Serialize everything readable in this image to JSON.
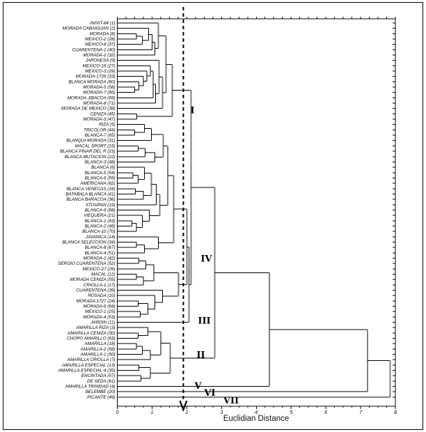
{
  "figure": {
    "background": "#ffffff",
    "border_color": "#000000"
  },
  "chart_data": {
    "type": "dendrogram",
    "title": "",
    "xlabel": "Euclidian Distance",
    "x_range": [
      0,
      8
    ],
    "x_major_ticks": [
      0,
      1,
      2,
      3,
      4,
      5,
      6,
      7,
      8
    ],
    "grid": false,
    "legend": "none",
    "orientation": "horizontal-left-labels",
    "cut_line": {
      "value": 1.9,
      "style": "dashed",
      "arrow": "down"
    },
    "line_colors": {
      "horizontal": "#000000",
      "vertical_major": "#7f7f7f",
      "frame": "#000000"
    },
    "cluster_labels": [
      {
        "numeral": "I",
        "x": 2.1,
        "row": 16.4
      },
      {
        "numeral": "IV",
        "x": 2.4,
        "row": 44.2
      },
      {
        "numeral": "III",
        "x": 2.32,
        "row": 55.8
      },
      {
        "numeral": "II",
        "x": 2.28,
        "row": 62.2
      },
      {
        "numeral": "V",
        "x": 2.22,
        "row": 68.0
      },
      {
        "numeral": "VI",
        "x": 2.5,
        "row": 69.3
      },
      {
        "numeral": "VII",
        "x": 3.05,
        "row": 70.7
      }
    ],
    "leaves": [
      "INIVIT-84 (1)",
      "MORADA CABAIGUAN (2)",
      "MORADA (8)",
      "MEXICO-2 (28)",
      "MEXICO-8 (37)",
      "CUARENTENA-1 (40)",
      "MORADA-1 (32)",
      "JAPONESA (9)",
      "MEXICO-16 (27)",
      "MEXICO-3 (29)",
      "MORADA-1726 (33)",
      "BLANCA MORADA (60)",
      "MORADA-5 (58)",
      "MORADA-7 (66)",
      "MORADA JIBACOA (69)",
      "MORADA-8 (71)",
      "MORADA DE MEXICO (38)",
      "CENIZA (45)",
      "MORADA-3 (47)",
      "RIZA (5)",
      "TRICOLOR (44)",
      "BLANCA-7 (65)",
      "BLANQUI-MORADA (31)",
      "MACAL SPORT (15)",
      "BLANCA PINAR DEL R (23)",
      "BLANCA MUTACION (22)",
      "BLANCA-3 (48)",
      "BLANCA (6)",
      "BLANCA-5 (54)",
      "BLANCA-6 (59)",
      "AMERICANA (62)",
      "BLANCA VENECAS (16)",
      "BATABALA BLANCA (41)",
      "BLANCA BARACOA (36)",
      "STOUPAN (19)",
      "BLANCA-9 (68)",
      "VIEQUERA (21)",
      "BLANCA-1 (43)",
      "BLANCA-2 (46)",
      "BLANCA-10 (70)",
      "JAVANICA (14)",
      "BLANCA SELECCION (34)",
      "BLANCA-8 (67)",
      "BLANCA-4 (51)",
      "MORADA-2 (42)",
      "SERGIO CUARENTENA (52)",
      "MEXICO-27 (26)",
      "MACAL (12)",
      "MORADA CENIZA (55)",
      "CRIOLLA-1 (17)",
      "CUARENTENA (39)",
      "ROSADA (10)",
      "MORADA 1727 (24)",
      "MORADA-6 (64)",
      "MEXICO-1 (25)",
      "MORADA-4 (53)",
      "JARDIN (11)",
      "AMARILLA RIZA (3)",
      "AMARILLA CENIZA (30)",
      "CHOPO AMARILLO (63)",
      "AMARILLA (18)",
      "AMARILLA-2 (56)",
      "AMARILLA-1 (50)",
      "AMARILLA CRIOLLA (7)",
      "AMARILLA ESPECIAL (13)",
      "AMARILLA ESPECIAL-4 (35)",
      "ENCINTADA (57)",
      "DE SEDA (61)",
      "AMARILLA TRINIDAD (4)",
      "BELEMBE (20)",
      "PICANTE (49)"
    ],
    "linkage": [
      [
        [
          [
            [
              [
                [
                  [
                    0,
                    [
                      [
                        [
                          1,
                          [
                            [
                              2,
                              3,
                              0.55
                            ],
                            4,
                            0.72
                          ],
                          0.9
                        ],
                        5,
                        1.0
                      ],
                      6,
                      1.08
                    ],
                    1.18
                  ],
                  [
                    [
                      7,
                      [
                        [
                          [
                            8,
                            [
                              9,
                              [
                                10,
                                [
                                  11,
                                  [
                                    12,
                                    13,
                                    0.5
                                  ],
                                  0.62
                                ],
                                0.75
                              ],
                              0.85
                            ],
                            0.95
                          ],
                          14,
                          1.03
                        ],
                        15,
                        1.1
                      ],
                      1.2
                    ],
                    16,
                    1.3
                  ],
                  1.4
                ],
                [
                  17,
                  18,
                  0.56
                ],
                1.58
              ],
              [
                [
                  [
                    [
                      [
                        [
                          [
                            19,
                            [
                              20,
                              21,
                              0.5
                            ],
                            0.78
                          ],
                          22,
                          0.98
                        ],
                        [
                          [
                            [
                              23,
                              24,
                              0.6
                            ],
                            25,
                            0.8
                          ],
                          26,
                          1.08
                        ],
                        1.32
                      ],
                      [
                        [
                          [
                            [
                              27,
                              [
                                [
                                  28,
                                  29,
                                  0.45
                                ],
                                30,
                                0.6
                              ],
                              0.78
                            ],
                            [
                              [
                                31,
                                32,
                                0.52
                              ],
                              33,
                              0.75
                            ],
                            0.98
                          ],
                          34,
                          1.12
                        ],
                        [
                          35,
                          [
                            36,
                            [
                              [
                                37,
                                38,
                                0.42
                              ],
                              39,
                              0.55
                            ],
                            0.72
                          ],
                          0.92
                        ],
                        1.22
                      ],
                      1.45
                    ],
                    [
                      40,
                      [
                        [
                          41,
                          42,
                          0.55
                        ],
                        43,
                        0.78
                      ],
                      1.18
                    ],
                    1.62
                  ],
                  [
                    [
                      [
                        [
                          44,
                          45,
                          0.62
                        ],
                        46,
                        0.82
                      ],
                      [
                        [
                          47,
                          48,
                          0.55
                        ],
                        49,
                        0.75
                      ],
                      1.05
                    ],
                    [
                      50,
                      [
                        51,
                        [
                          [
                            52,
                            53,
                            0.6
                          ],
                          [
                            54,
                            55,
                            0.66
                          ],
                          0.88
                        ],
                        1.08
                      ],
                      1.3
                    ],
                    1.76
                  ],
                  2.0
                ],
                56,
                2.06
              ],
              2.12
            ],
            [
              [
                [
                  57,
                  [
                    58,
                    59,
                    0.6
                  ],
                  0.88
                ],
                [
                  [
                    [
                      60,
                      61,
                      0.55
                    ],
                    62,
                    0.72
                  ],
                  63,
                  0.95
                ],
                1.25
              ],
              [
                [
                  64,
                  65,
                  0.62
                ],
                [
                  66,
                  67,
                  0.68
                ],
                0.95
              ],
              1.52
            ],
            2.8
          ],
          68,
          4.38
        ],
        69,
        7.2
      ],
      70,
      7.85
    ]
  }
}
